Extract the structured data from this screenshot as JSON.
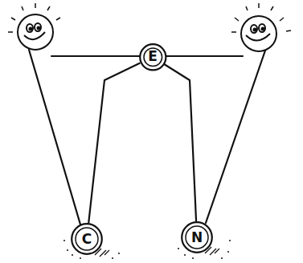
{
  "diagram": {
    "nodes": [
      {
        "text": [
          "E"
        ]
      },
      {
        "text": [
          "C"
        ]
      },
      {
        "text": [
          "N"
        ]
      }
    ],
    "edges": [
      {
        "from": 0,
        "to": 1,
        "arrow": "none"
      },
      {
        "from": 0,
        "to": 2,
        "arrow": "none"
      }
    ]
  }
}
